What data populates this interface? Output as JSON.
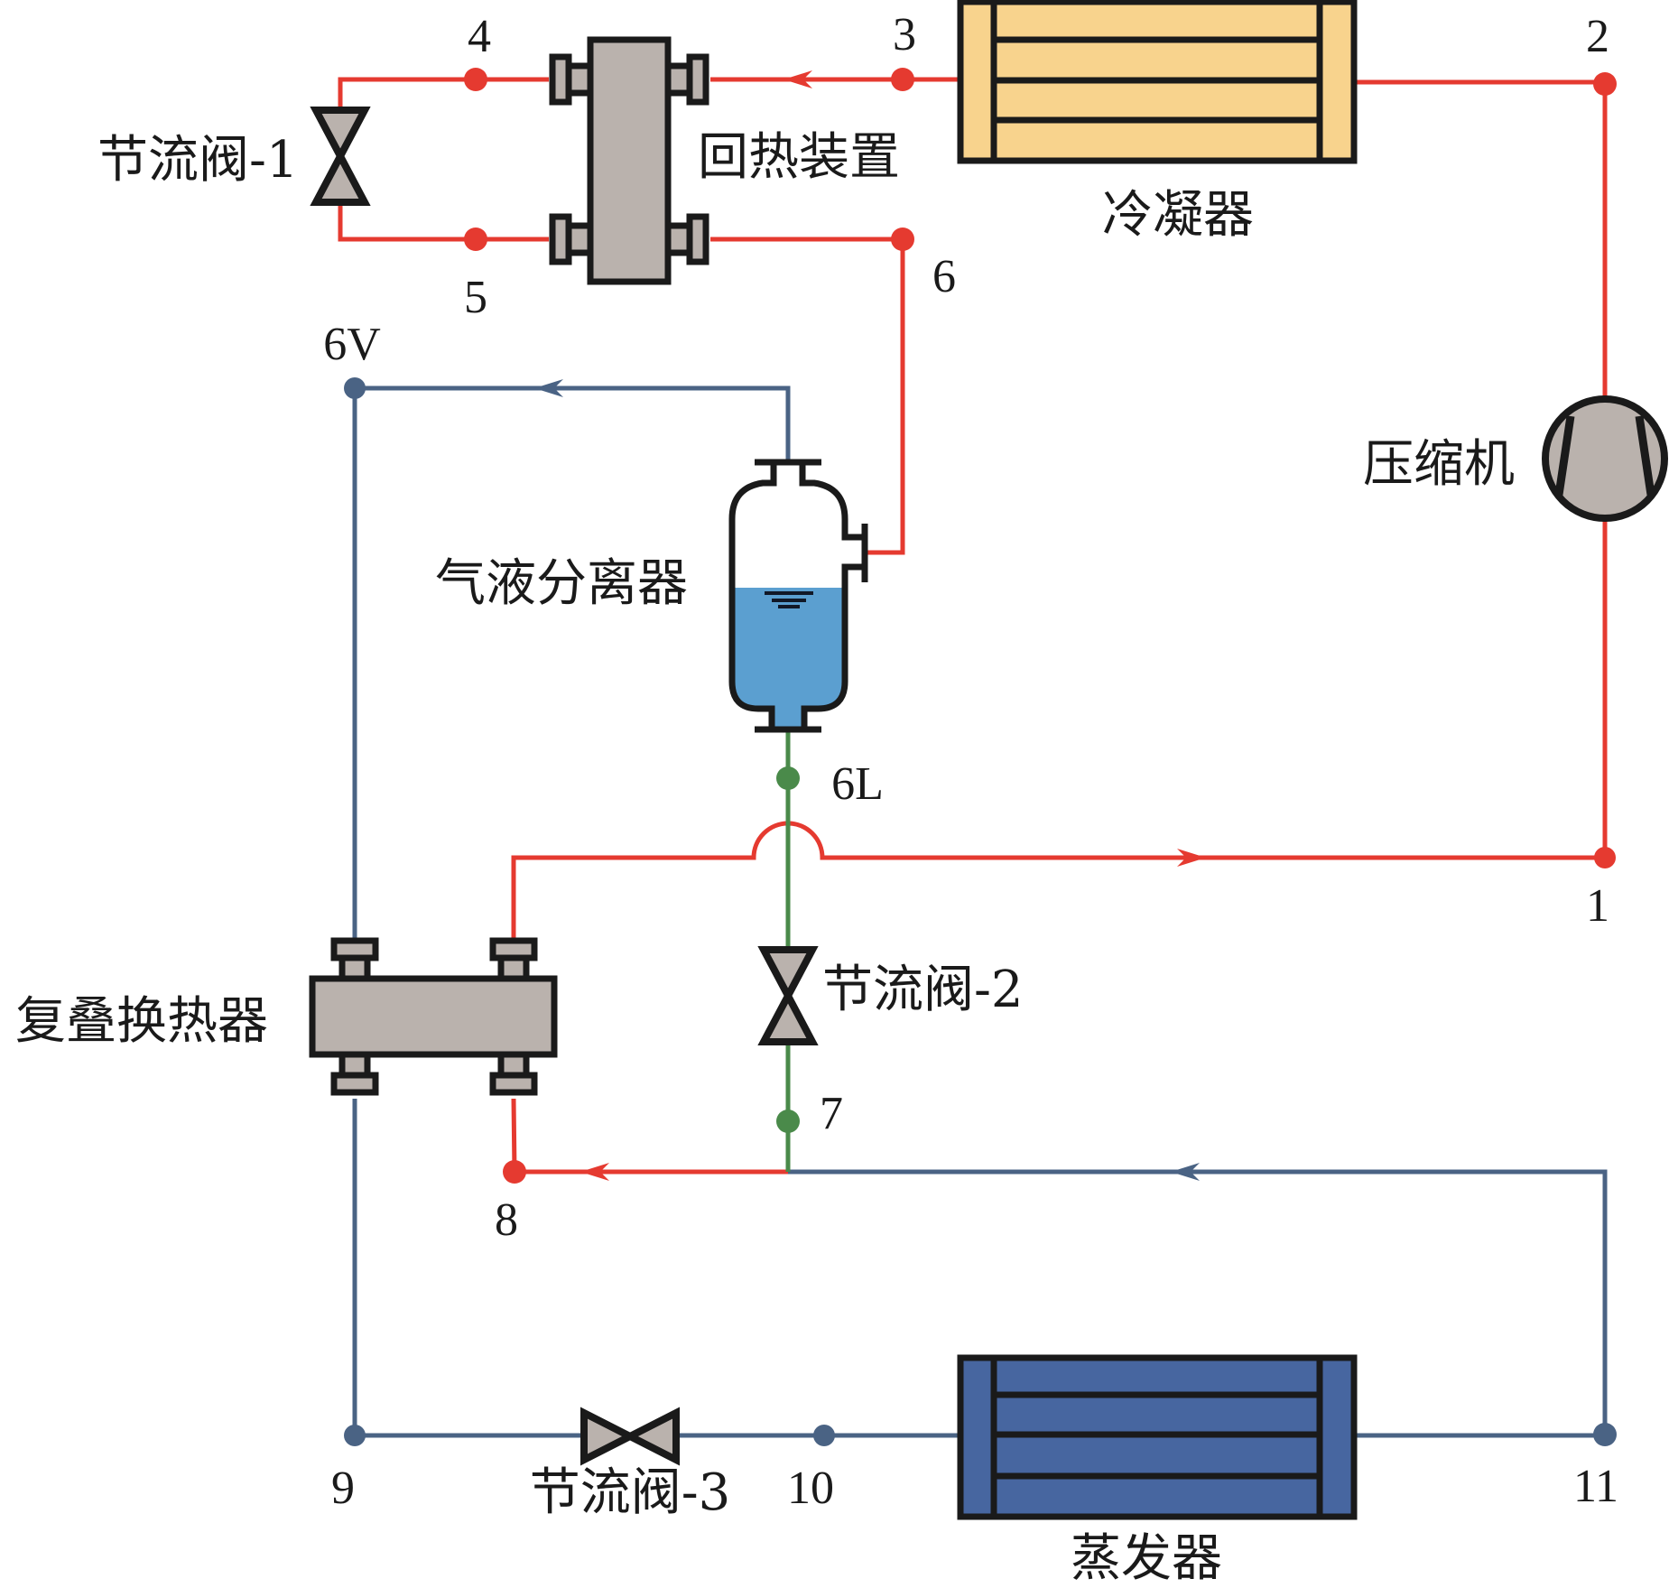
{
  "title": "Two-stage cascade refrigeration cycle with regenerator and gas-liquid separator",
  "colors": {
    "high_temp_loop": "#e53a30",
    "low_temp_loop": "#4a6384",
    "liquid_line": "#4a8a4a",
    "component_fill": "#bab2ad",
    "condenser_fill": "#f8d38d",
    "evaporator_fill": "#4766a0",
    "liquid_fill": "#5b9fd0",
    "outline": "#1a1a1a"
  },
  "components": {
    "condenser": "冷凝器",
    "compressor": "压缩机",
    "regenerator": "回热装置",
    "throttle_valve_1": "节流阀-1",
    "separator": "气液分离器",
    "cascade_hx": "复叠换热器",
    "throttle_valve_2": "节流阀-2",
    "throttle_valve_3": "节流阀-3",
    "evaporator": "蒸发器"
  },
  "nodes": {
    "n1": "1",
    "n2": "2",
    "n3": "3",
    "n4": "4",
    "n5": "5",
    "n6": "6",
    "n6v": "6V",
    "n6l": "6L",
    "n7": "7",
    "n8": "8",
    "n9": "9",
    "n10": "10",
    "n11": "11"
  }
}
